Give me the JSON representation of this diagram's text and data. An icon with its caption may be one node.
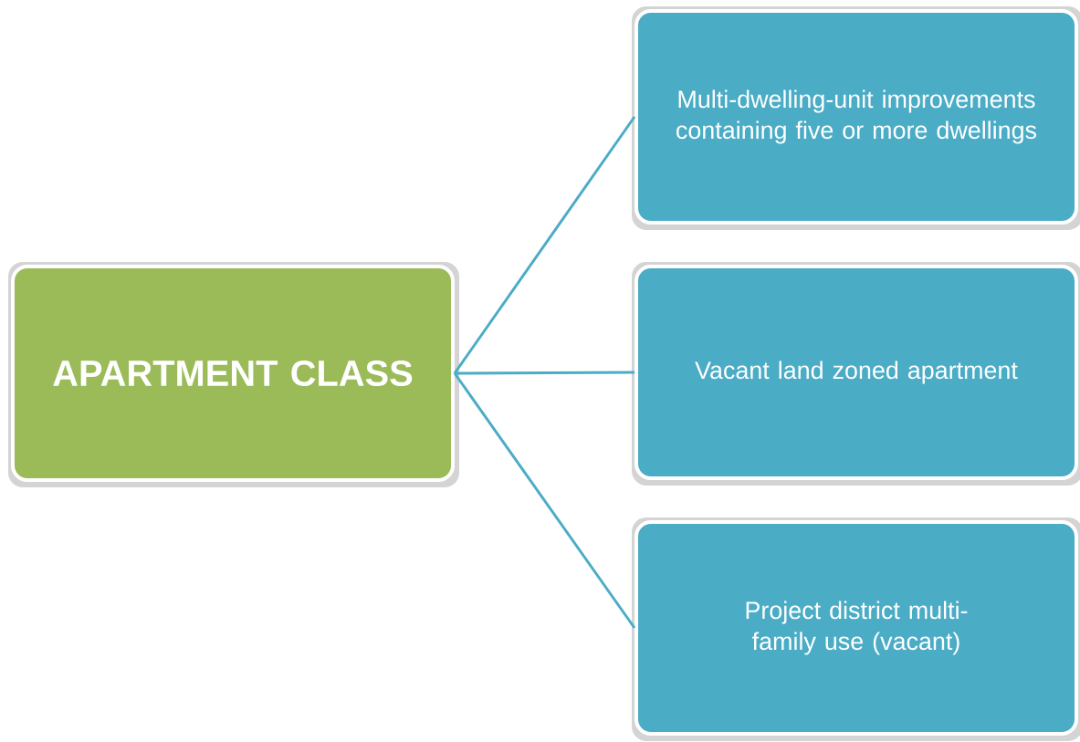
{
  "diagram": {
    "nodes": [
      {
        "text": [
          "APARTMENT CLASS"
        ]
      },
      {
        "text": [
          "Multi-dwelling-unit improvements containing five or more dwellings"
        ]
      },
      {
        "text": [
          "Vacant land zoned apartment"
        ]
      },
      {
        "text": [
          "Project district multi-family use (vacant)"
        ]
      }
    ],
    "edges": [
      {
        "from": 0,
        "to": 1,
        "arrow": "none"
      },
      {
        "from": 0,
        "to": 2,
        "arrow": "none"
      },
      {
        "from": 0,
        "to": 3,
        "arrow": "none"
      }
    ]
  }
}
